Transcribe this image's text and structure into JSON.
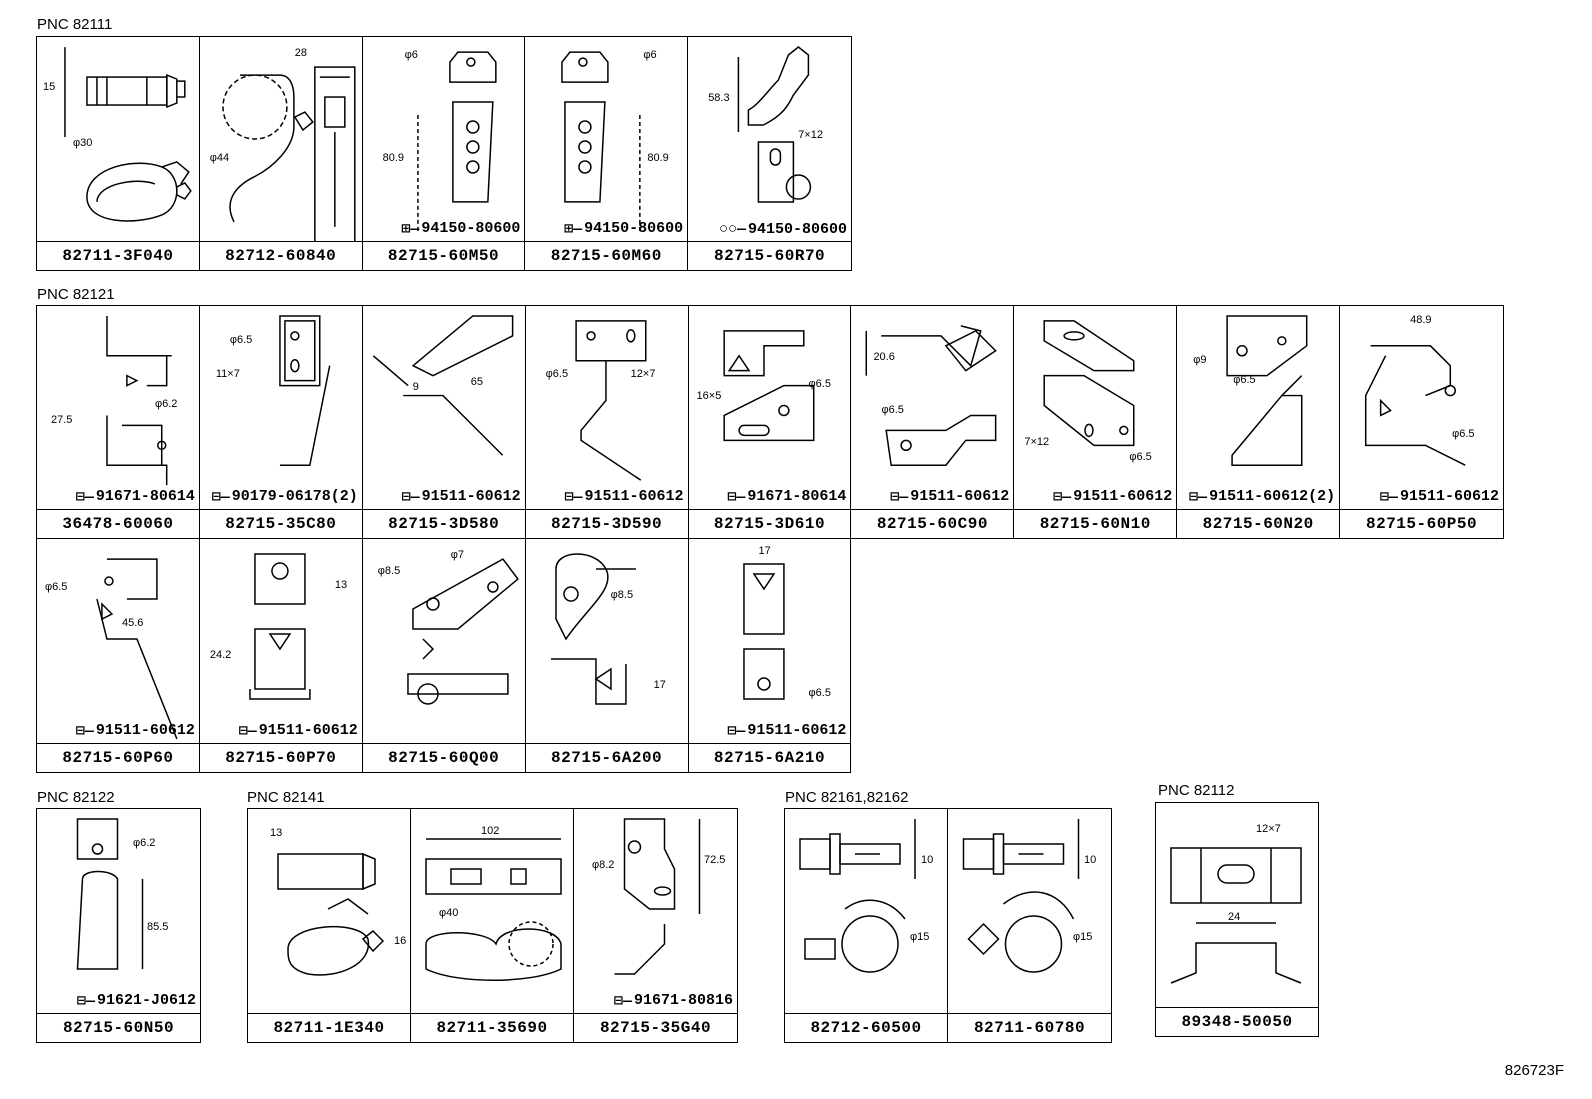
{
  "figure_id": "826723F",
  "groups": [
    {
      "pnc": "PNC 82111",
      "cells": [
        {
          "part": "82711-3F040",
          "fastener": "",
          "dims": [
            "15",
            "φ30"
          ]
        },
        {
          "part": "82712-60840",
          "fastener": "",
          "dims": [
            "28",
            "φ44"
          ]
        },
        {
          "part": "82715-60M50",
          "fastener": "94150-80600",
          "dims": [
            "φ6",
            "80.9"
          ]
        },
        {
          "part": "82715-60M60",
          "fastener": "94150-80600",
          "dims": [
            "φ6",
            "80.9"
          ]
        },
        {
          "part": "82715-60R70",
          "fastener": "94150-80600",
          "dims": [
            "58.3",
            "7×12"
          ]
        }
      ]
    },
    {
      "pnc": "PNC 82121",
      "cells": [
        {
          "part": "36478-60060",
          "fastener": "91671-80614",
          "dims": [
            "27.5",
            "φ6.2"
          ]
        },
        {
          "part": "82715-35C80",
          "fastener": "90179-06178(2)",
          "dims": [
            "φ6.5",
            "11×7"
          ]
        },
        {
          "part": "82715-3D580",
          "fastener": "91511-60612",
          "dims": [
            "9",
            "65"
          ]
        },
        {
          "part": "82715-3D590",
          "fastener": "91511-60612",
          "dims": [
            "φ6.5",
            "12×7"
          ]
        },
        {
          "part": "82715-3D610",
          "fastener": "91671-80614",
          "dims": [
            "16×5",
            "φ6.5"
          ]
        },
        {
          "part": "82715-60C90",
          "fastener": "91511-60612",
          "dims": [
            "20.6",
            "φ6.5"
          ]
        },
        {
          "part": "82715-60N10",
          "fastener": "91511-60612",
          "dims": [
            "7×12",
            "φ6.5"
          ]
        },
        {
          "part": "82715-60N20",
          "fastener": "91511-60612(2)",
          "dims": [
            "φ9",
            "φ6.5"
          ]
        },
        {
          "part": "82715-60P50",
          "fastener": "91511-60612",
          "dims": [
            "48.9",
            "φ6.5"
          ]
        },
        {
          "part": "82715-60P60",
          "fastener": "91511-60612",
          "dims": [
            "φ6.5",
            "45.6"
          ]
        },
        {
          "part": "82715-60P70",
          "fastener": "91511-60612",
          "dims": [
            "13",
            "24.2"
          ]
        },
        {
          "part": "82715-60Q00",
          "fastener": "",
          "dims": [
            "φ8.5",
            "φ7"
          ]
        },
        {
          "part": "82715-6A200",
          "fastener": "",
          "dims": [
            "φ8.5",
            "17"
          ]
        },
        {
          "part": "82715-6A210",
          "fastener": "91511-60612",
          "dims": [
            "17",
            "φ6.5"
          ]
        }
      ]
    },
    {
      "pnc": "PNC 82122",
      "cells": [
        {
          "part": "82715-60N50",
          "fastener": "91621-J0612",
          "dims": [
            "φ6.2",
            "85.5"
          ]
        }
      ]
    },
    {
      "pnc": "PNC 82141",
      "cells": [
        {
          "part": "82711-1E340",
          "fastener": "",
          "dims": [
            "13",
            "16"
          ]
        },
        {
          "part": "82711-35690",
          "fastener": "",
          "dims": [
            "102",
            "φ40"
          ]
        },
        {
          "part": "82715-35G40",
          "fastener": "91671-80816",
          "dims": [
            "φ8.2",
            "72.5"
          ]
        }
      ]
    },
    {
      "pnc": "PNC 82161,82162",
      "cells": [
        {
          "part": "82712-60500",
          "fastener": "",
          "dims": [
            "10",
            "φ15"
          ]
        },
        {
          "part": "82711-60780",
          "fastener": "",
          "dims": [
            "10",
            "φ15"
          ]
        }
      ]
    },
    {
      "pnc": "PNC 82112",
      "cells": [
        {
          "part": "89348-50050",
          "fastener": "",
          "dims": [
            "12×7",
            "24"
          ]
        }
      ]
    }
  ]
}
